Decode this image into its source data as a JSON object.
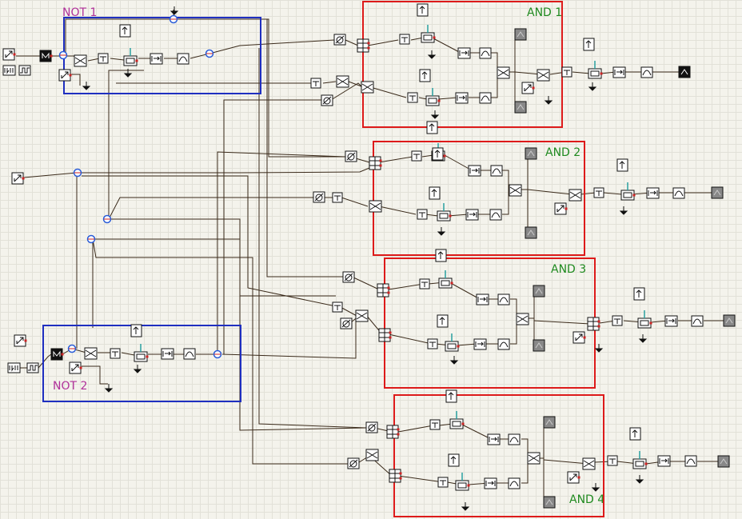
{
  "colors": {
    "background": "#f4f3ec",
    "grid": "#e2e1d8",
    "wire": "#3a2a1a",
    "not_box": "#1f2fc0",
    "and_box": "#dd1a1a",
    "not_label": "#b0309a",
    "and_label": "#1f8a1f",
    "port": "#cc2222",
    "fiber": "#2aa0a0",
    "coupler_ring": "#2a5cd8"
  },
  "blocks": {
    "not1": {
      "label": "NOT 1"
    },
    "not2": {
      "label": "NOT 2"
    },
    "and1": {
      "label": "AND 1"
    },
    "and2": {
      "label": "AND 2"
    },
    "and3": {
      "label": "AND 3"
    },
    "and4": {
      "label": "AND 4"
    }
  },
  "icons": [
    "laser-source-icon",
    "pulse-generator-icon",
    "modulator-icon",
    "optical-coupler-icon",
    "optical-splitter-icon",
    "soa-amplifier-icon",
    "optical-filter-icon",
    "photodetector-icon",
    "optical-delay-icon",
    "power-meter-icon",
    "attenuator-icon",
    "ground-icon",
    "spectrum-analyzer-icon"
  ]
}
